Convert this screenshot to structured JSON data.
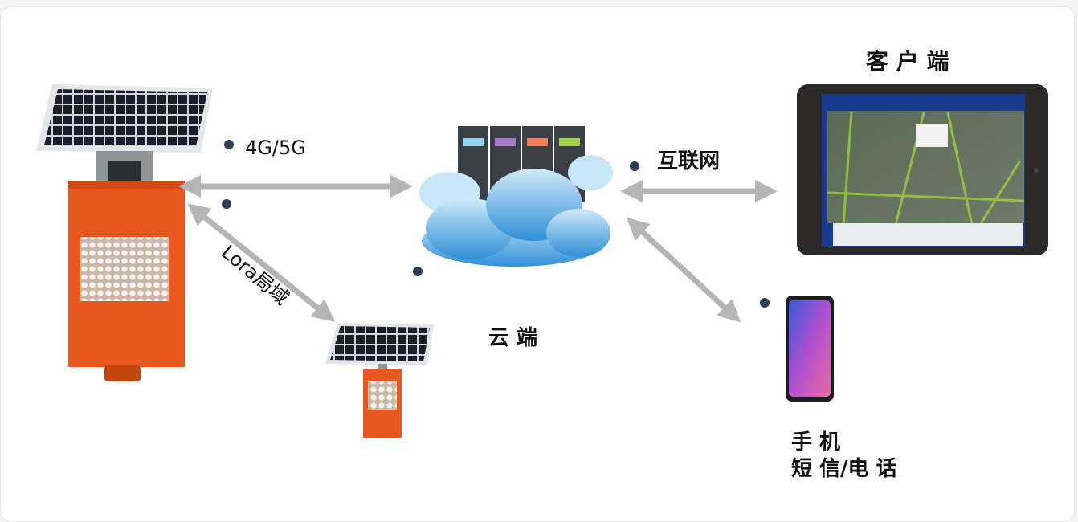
{
  "labels": {
    "network_4g5g": "4G/5G",
    "lora": "Lora局域",
    "cloud": "云 端",
    "internet": "互联网",
    "client": "客 户 端",
    "phone_line1": "手 机",
    "phone_line2": "短 信/电 话"
  },
  "colors": {
    "device_orange": "#e8581f",
    "arrow_gray": "#b5b5b5",
    "cloud_blue": "#3aa0e0",
    "dot": "#2e4057"
  }
}
